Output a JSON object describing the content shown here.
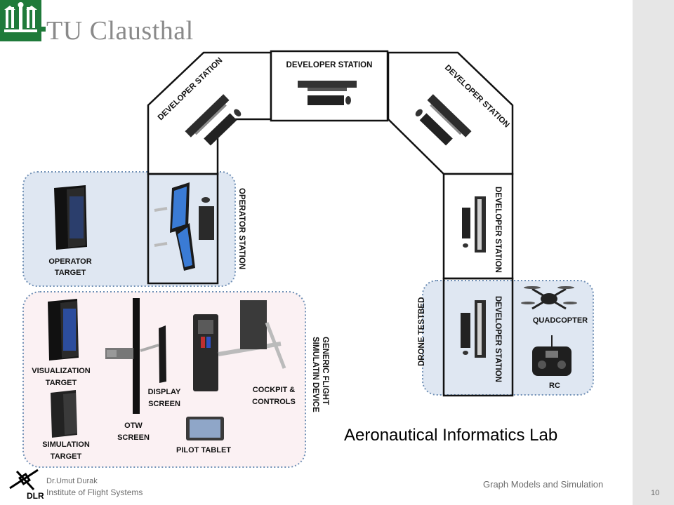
{
  "header": {
    "org_name": "TU Clausthal",
    "colors": {
      "tu_green": "#1f7a3a",
      "logo_text": "#8a8a8a"
    }
  },
  "lab_title": "Aeronautical Informatics Lab",
  "rooms": {
    "dev_station_top": "DEVELOPER STATION",
    "dev_station_top_left": "DEVELOPER STATION",
    "dev_station_top_right": "DEVELOPER STATION",
    "dev_station_right": "DEVELOPER STATION",
    "dev_station_drone": "DEVELOPER STATION",
    "operator_station": "OPERATOR STATION"
  },
  "operator_area": {
    "target_line1": "OPERATOR",
    "target_line2": "TARGET"
  },
  "simulator_area": {
    "title_line1": "GENERIC FLIGHT",
    "title_line2": "SIMULATIN DEVICE",
    "visualization_line1": "VISUALIZATION",
    "visualization_line2": "TARGET",
    "simulation_line1": "SIMULATION",
    "simulation_line2": "TARGET",
    "otw_line1": "OTW",
    "otw_line2": "SCREEN",
    "display_line1": "DISPLAY",
    "display_line2": "SCREEN",
    "cockpit_line1": "COCKPIT &",
    "cockpit_line2": "CONTROLS",
    "pilot_tablet": "PILOT TABLET"
  },
  "drone_area": {
    "title": "DRONE TESTBED",
    "quadcopter": "QUADCOPTER",
    "rc": "RC"
  },
  "footer": {
    "author": "Dr.Umut Durak",
    "institute": "Institute of Flight Systems",
    "dlr_logo": "DLR",
    "talk_title": "Graph Models and Simulation",
    "page_number": "10"
  },
  "colors": {
    "zone_blue_fill": "#dfe7f2",
    "zone_blue_border": "#6f8fb5",
    "zone_pink_fill": "#fbf1f3",
    "zone_pink_border": "#6f8fb5"
  }
}
